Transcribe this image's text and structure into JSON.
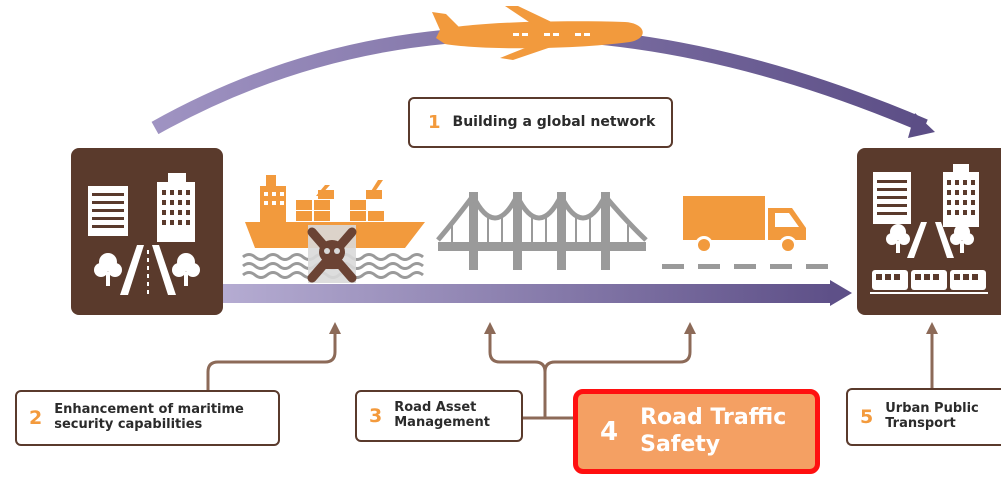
{
  "steps": [
    {
      "number": "1",
      "label": "Building  a global network"
    },
    {
      "number": "2",
      "line1": "Enhancement of maritime",
      "line2": "security capabilities"
    },
    {
      "number": "3",
      "line1": "Road Asset",
      "line2": "Management"
    },
    {
      "number": "4",
      "line1": "Road Traffic",
      "line2": "Safety",
      "highlighted": true
    },
    {
      "number": "5",
      "line1": "Urban Public",
      "line2": "Transport"
    }
  ],
  "icons": [
    "airplane-icon",
    "city-icon",
    "ship-icon",
    "pirate-skull-icon",
    "bridge-icon",
    "truck-icon",
    "city-transit-icon"
  ],
  "colors": {
    "arc_purple": "#7d6aa6",
    "dark_brown": "#5a3a2c",
    "orange": "#f29a3d",
    "gray": "#9a9a9a",
    "highlight_fill": "#f4a063",
    "highlight_border": "#ff1010",
    "brown_arrow": "#8c6a58"
  }
}
